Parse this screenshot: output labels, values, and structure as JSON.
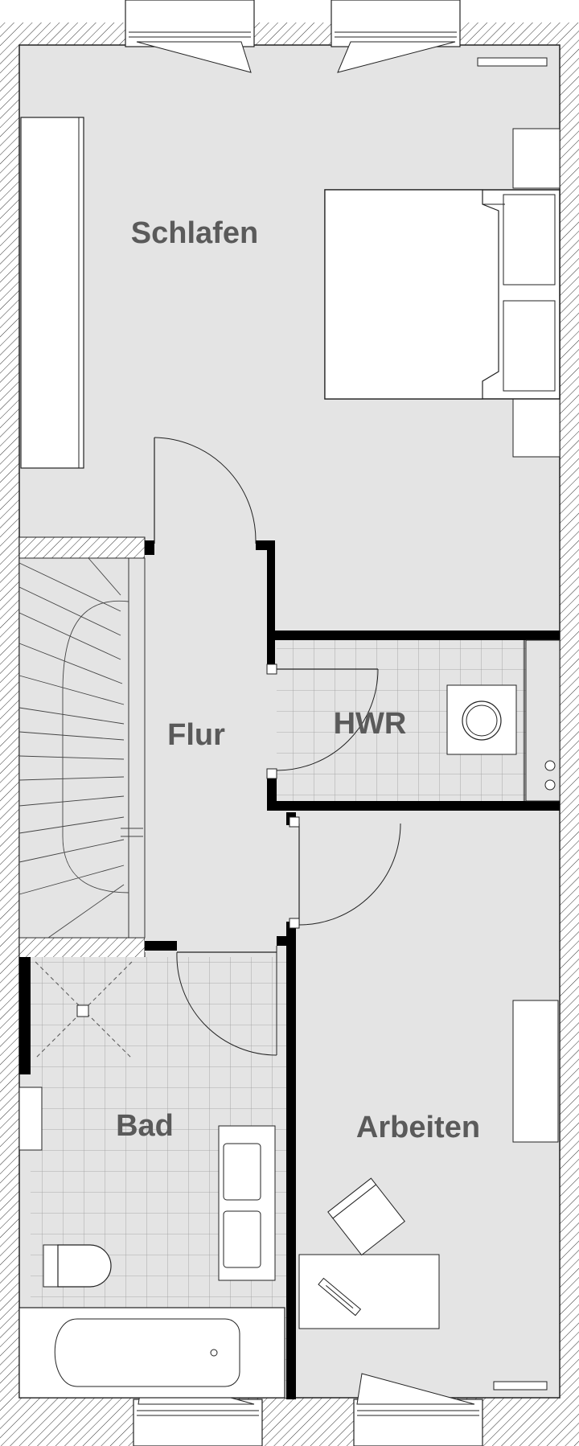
{
  "plan": {
    "rooms": [
      {
        "id": "schlafen",
        "label": "Schlafen"
      },
      {
        "id": "flur",
        "label": "Flur"
      },
      {
        "id": "hwr",
        "label": "HWR"
      },
      {
        "id": "bad",
        "label": "Bad"
      },
      {
        "id": "arbeiten",
        "label": "Arbeiten"
      }
    ]
  },
  "colors": {
    "floor": "#e4e4e4",
    "wall_line": "#222222",
    "wall_heavy": "#000000",
    "label": "#5a5a5a",
    "hatch": "#333333"
  }
}
